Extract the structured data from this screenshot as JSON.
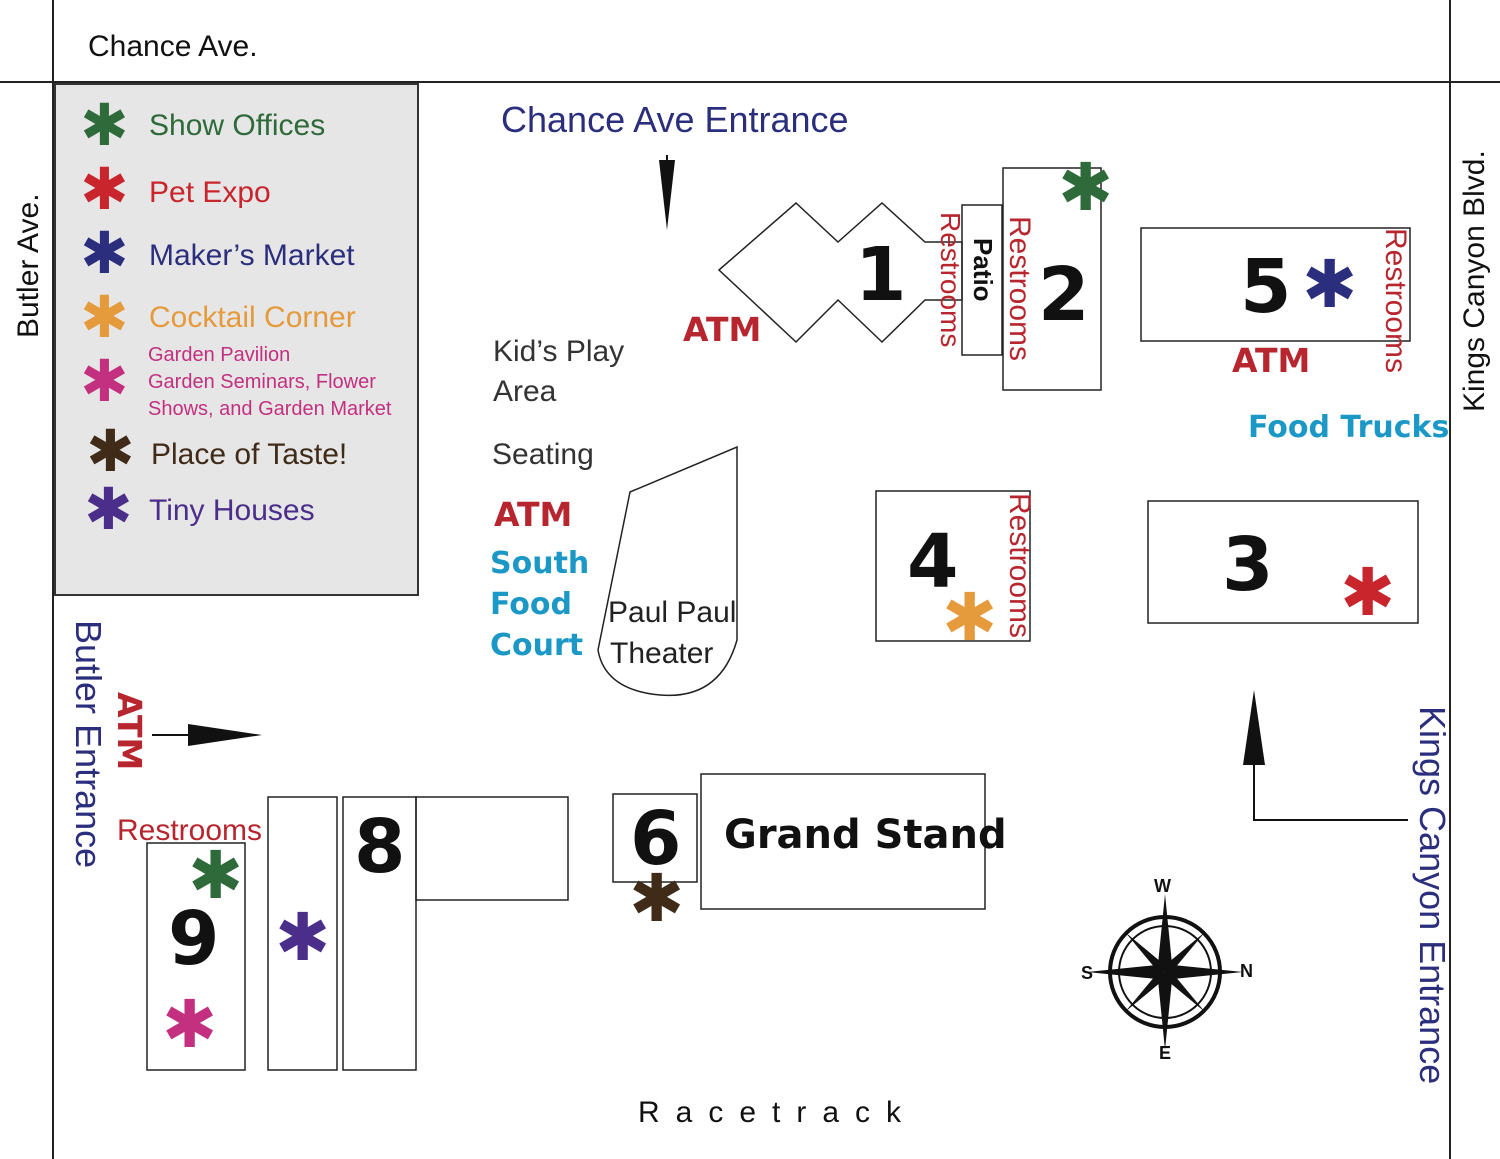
{
  "colors": {
    "show_offices": "#2f6b3a",
    "pet_expo": "#c9252d",
    "makers_market": "#2b2e7d",
    "cocktail_corner": "#e59a3b",
    "garden_pavilion": "#c2307f",
    "place_of_taste": "#3f2b17",
    "tiny_houses": "#4b2e8a",
    "atm": "#b7262e",
    "food": "#1b98c6",
    "entrance": "#2b2e7d"
  },
  "legend": {
    "show_offices": "Show Offices",
    "pet_expo": "Pet Expo",
    "makers_market": "Maker’s Market",
    "cocktail_corner": "Cocktail Corner",
    "garden_line1": "Garden Pavilion",
    "garden_line2": "Garden Seminars, Flower",
    "garden_line3": "Shows, and Garden Market",
    "place_of_taste": "Place of Taste!",
    "tiny_houses": "Tiny Houses"
  },
  "streets": {
    "chance": "Chance Ave.",
    "butler": "Butler Ave.",
    "kings": "Kings Canyon Blvd.",
    "racetrack": "Racetrack"
  },
  "entrances": {
    "chance": "Chance Ave Entrance",
    "butler": "Butler Entrance",
    "kings": "Kings Canyon Entrance"
  },
  "labels": {
    "kids_play_1": "Kid’s Play",
    "kids_play_2": "Area",
    "seating": "Seating",
    "atm": "ATM",
    "south_food_1": "South",
    "south_food_2": "Food",
    "south_food_3": "Court",
    "food_trucks": "Food Trucks",
    "theater_1": "Paul Paul",
    "theater_2": "Theater",
    "restrooms": "Restrooms",
    "patio": "Patio",
    "grand_stand": "Grand Stand"
  },
  "buildings": {
    "b1": "1",
    "b2": "2",
    "b3": "3",
    "b4": "4",
    "b5": "5",
    "b6": "6",
    "b8": "8",
    "b9": "9"
  },
  "compass": {
    "w": "W",
    "s": "S",
    "n": "N",
    "e": "E"
  },
  "star_glyph": "✱"
}
